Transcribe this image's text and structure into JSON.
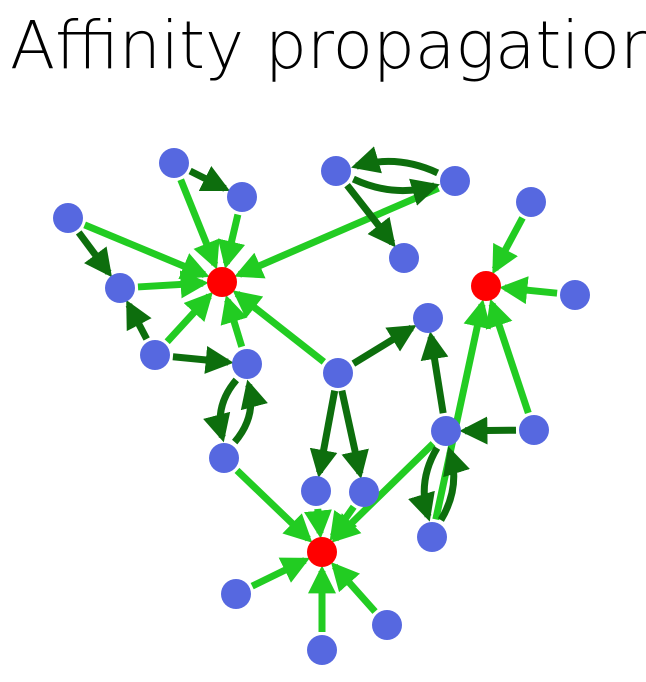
{
  "title": "Affinity propagation",
  "colors": {
    "point": "#5668e0",
    "exemplar": "#ff0000",
    "responsibility_arrow": "#22cc22",
    "availability_arrow": "#0d6e0d",
    "background": "#ffffff"
  },
  "graph": {
    "exemplars": [
      "e-left",
      "e-right",
      "e-bottom"
    ],
    "points": [
      "p-a",
      "p-b",
      "p-c",
      "p-d",
      "p-e",
      "p-f",
      "p-g",
      "p-h",
      "p-i",
      "p-j",
      "p-k",
      "p-l",
      "p-m",
      "p-n",
      "p-o",
      "p-p",
      "p-q",
      "p-r",
      "p-s",
      "p-t",
      "p-u",
      "p-v",
      "p-w"
    ],
    "responsibility_edges": [
      [
        "p-a",
        "e-left"
      ],
      [
        "p-b",
        "e-left"
      ],
      [
        "p-c",
        "e-left"
      ],
      [
        "p-d",
        "e-left"
      ],
      [
        "p-e",
        "e-left"
      ],
      [
        "p-f",
        "e-left"
      ],
      [
        "p-h",
        "e-left"
      ],
      [
        "p-i",
        "e-left"
      ],
      [
        "p-n",
        "e-right"
      ],
      [
        "p-o",
        "e-right"
      ],
      [
        "p-p",
        "e-right"
      ],
      [
        "p-q",
        "e-right"
      ],
      [
        "p-r",
        "e-right"
      ],
      [
        "p-j",
        "e-bottom"
      ],
      [
        "p-s",
        "e-bottom"
      ],
      [
        "p-t",
        "e-bottom"
      ],
      [
        "p-u",
        "e-bottom"
      ],
      [
        "p-v",
        "e-bottom"
      ],
      [
        "p-w",
        "e-bottom"
      ],
      [
        "p-l",
        "e-bottom"
      ]
    ],
    "availability_edges": [
      [
        "p-a",
        "p-b"
      ],
      [
        "p-c",
        "p-d"
      ],
      [
        "p-e",
        "p-d"
      ],
      [
        "p-e",
        "p-f"
      ],
      [
        "p-f",
        "p-j"
      ],
      [
        "p-j",
        "p-f"
      ],
      [
        "p-g",
        "p-h"
      ],
      [
        "p-h",
        "p-g"
      ],
      [
        "p-g",
        "p-k"
      ],
      [
        "p-i",
        "p-s"
      ],
      [
        "p-i",
        "p-t"
      ],
      [
        "p-i",
        "p-m"
      ],
      [
        "p-l",
        "p-m"
      ],
      [
        "p-q",
        "p-l"
      ],
      [
        "p-l",
        "p-p"
      ],
      [
        "p-p",
        "p-l"
      ]
    ]
  }
}
